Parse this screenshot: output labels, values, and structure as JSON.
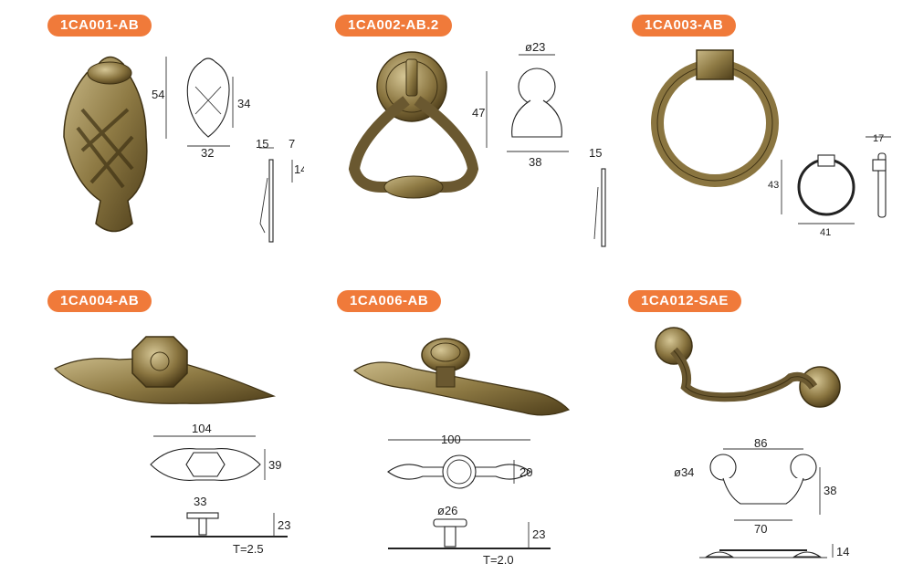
{
  "theme": {
    "badge_color": "#f07a3a",
    "brass_dark": "#5b4a22",
    "brass_mid": "#9a8650",
    "brass_light": "#c9b987"
  },
  "products": [
    {
      "code": "1CA001-AB",
      "dims": {
        "height": "54",
        "inner_height": "34",
        "width": "32",
        "projection": "15",
        "thickness": "7",
        "depth": "14"
      }
    },
    {
      "code": "1CA002-AB.2",
      "dims": {
        "diameter": "ø23",
        "height": "47",
        "width": "38",
        "projection": "15"
      }
    },
    {
      "code": "1CA003-AB",
      "dims": {
        "depth": "17",
        "height": "43",
        "width": "41"
      }
    },
    {
      "code": "1CA004-AB",
      "dims": {
        "length": "104",
        "height": "39",
        "knob": "33",
        "projection": "23",
        "thickness": "T=2.5"
      }
    },
    {
      "code": "1CA006-AB",
      "dims": {
        "length": "100",
        "height": "20",
        "knob": "ø26",
        "projection": "23",
        "thickness": "T=2.0"
      }
    },
    {
      "code": "1CA012-SAE",
      "dims": {
        "diameter": "ø34",
        "centers": "86",
        "height": "38",
        "inner": "70",
        "projection": "14"
      }
    }
  ]
}
